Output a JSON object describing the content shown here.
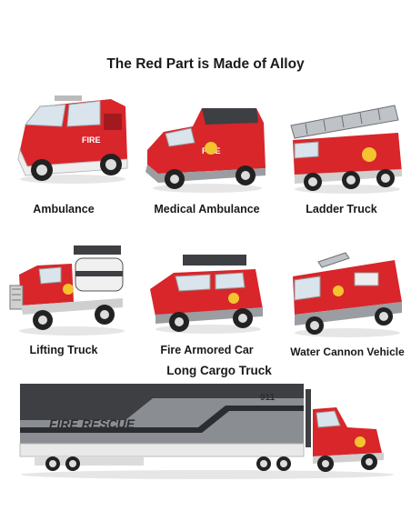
{
  "heading": "The Red Part is Made of Alloy",
  "vehicles": [
    {
      "label": "Ambulance",
      "icon": "ambulance-van-icon",
      "marking": "FIRE"
    },
    {
      "label": "Medical Ambulance",
      "icon": "medical-ambulance-icon",
      "marking": "FIRE"
    },
    {
      "label": "Ladder Truck",
      "icon": "ladder-truck-icon",
      "marking": ""
    },
    {
      "label": "Lifting Truck",
      "icon": "lifting-truck-icon",
      "marking": ""
    },
    {
      "label": "Fire Armored Car",
      "icon": "armored-car-icon",
      "marking": ""
    },
    {
      "label": "Water Cannon Vehicle",
      "icon": "water-cannon-icon",
      "marking": ""
    }
  ],
  "cargo": {
    "label": "Long Cargo Truck",
    "trailer_text": "FIRE RESCUE",
    "trailer_number": "911",
    "icon": "long-cargo-truck-icon"
  },
  "colors": {
    "red": "#d8262b",
    "dark_red": "#9e1519",
    "grey": "#8a8d91",
    "dark_grey": "#3d3f42",
    "white": "#f2f2f2"
  }
}
